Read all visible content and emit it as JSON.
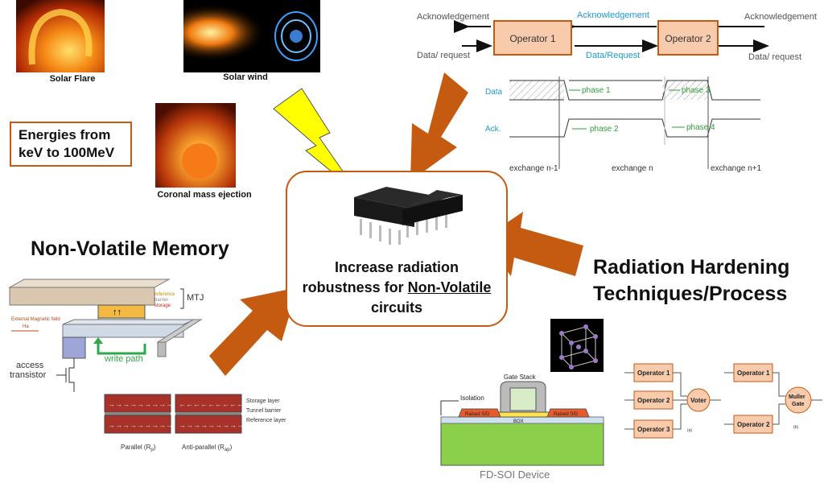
{
  "top_left": {
    "solar_flare_caption": "Solar Flare",
    "solar_wind_caption": "Solar wind",
    "cme_caption": "Coronal mass ejection",
    "energy_line1": "Energies from",
    "energy_line2": "keV to 100MeV"
  },
  "center": {
    "line1": "Increase radiation",
    "line2_prefix": "robustness for ",
    "line2_underlined": "Non-Volatile",
    "line3": "circuits"
  },
  "headings": {
    "nvm": "Non-Volatile Memory",
    "rh_line1": "Radiation Hardening",
    "rh_line2": "Techniques/Process"
  },
  "handshake": {
    "ack_left": "Acknowledgement",
    "ack_mid": "Acknowledgement",
    "ack_right": "Acknowledgement",
    "data_left": "Data/ request",
    "data_mid": "Data/Request",
    "data_right": "Data/ request",
    "operator1": "Operator 1",
    "operator2": "Operator 2"
  },
  "timing": {
    "data_label": "Data",
    "ack_label": "Ack.",
    "phase1": "phase 1",
    "phase2": "phase 2",
    "phase3": "phase 3",
    "phase4": "phase 4",
    "exchange_prev": "exchange n-1",
    "exchange_cur": "exchange n",
    "exchange_next": "exchange n+1"
  },
  "mtj": {
    "label_reference": "reference",
    "label_barrier": "barrier",
    "label_storage": "storage",
    "mtj_label": "MTJ",
    "ext_field": "External Magnetic field",
    "ha": "Ha",
    "write_path": "write path",
    "access1": "access",
    "access2": "transistor",
    "storage_layer": "Storage layer",
    "tunnel_barrier": "Tunnel barrier",
    "reference_layer": "Reference layer",
    "parallel": "Parallel (R",
    "parallel_sub": "p",
    "antiparallel": "Anti-parallel (R",
    "antiparallel_sub": "ap",
    "close_paren": ")"
  },
  "fdsoi": {
    "gate_stack": "Gate Stack",
    "isolation": "Isolation",
    "raised_sd_left": "Raised S/D",
    "raised_sd_right": "Raised S/D",
    "box": "BOX",
    "device_label": "FD-SOI Device"
  },
  "voter": {
    "op1": "Operator 1",
    "op2": "Operator 2",
    "op3": "Operator 3",
    "voter": "Voter",
    "a": "(a)",
    "op1b": "Operator 1",
    "op2b": "Operator 2",
    "muller1": "Muller",
    "muller2": "Gate",
    "b": "(b)"
  },
  "colors": {
    "accent_border": "#c55a11",
    "arrow_orange": "#c55a11",
    "lightning_yellow": "#ffff00",
    "operator_fill": "#f8cbad",
    "handshake_blue": "#1f9bcf",
    "phase_green": "#2e9e3a"
  }
}
